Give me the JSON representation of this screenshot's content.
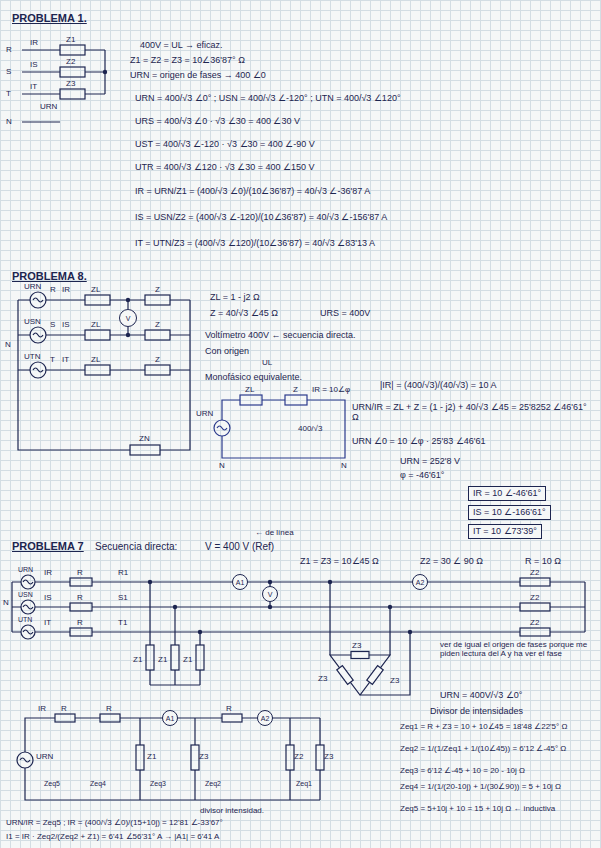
{
  "diagram": {
    "nodes": [
      {
        "text": [
          "V"
        ]
      },
      {
        "text": [
          "IR = 10 ∠-46'61°"
        ]
      },
      {
        "text": [
          "IS = 10 ∠-166'61°"
        ]
      },
      {
        "text": [
          "IT = 10 ∠73'39°"
        ]
      },
      {
        "text": [
          "A1"
        ]
      },
      {
        "text": [
          "V"
        ]
      },
      {
        "text": [
          "A2"
        ]
      },
      {
        "text": [
          "A1"
        ]
      },
      {
        "text": [
          "A2"
        ]
      }
    ],
    "labels": [
      "PROBLEMA 1.",
      "R",
      "S",
      "T",
      "N",
      "IR",
      "IS",
      "IT",
      "Z1",
      "Z2",
      "Z3",
      "URN",
      "400V = UL → eficaz.",
      "Z1 = Z2 = Z3 = 10∠36'87° Ω",
      "URN = origen de fases → 400 ∠0",
      "URN = 400/√3 ∠0° ; USN = 400/√3 ∠-120° ; UTN = 400/√3 ∠120°",
      "URS = 400/√3 ∠0 · √3 ∠30 = 400 ∠30 V",
      "UST = 400/√3 ∠-120 · √3 ∠30 = 400 ∠-90 V",
      "UTR = 400/√3 ∠120 · √3 ∠30 = 400 ∠150 V",
      "IR = URN/Z1 = (400/√3 ∠0)/(10∠36'87) = 40/√3 ∠-36'87 A",
      "IS = USN/Z2 = (400/√3 ∠-120)/(10∠36'87) = 40/√3 ∠-156'87 A",
      "IT = UTN/Z3 = (400/√3 ∠120)/(10∠36'87) = 40/√3 ∠83'13 A",
      "PROBLEMA 8.",
      "URN",
      "USN",
      "UTN",
      "N",
      "R",
      "IR",
      "ZL",
      "Z",
      "S",
      "IS",
      "ZL",
      "Z",
      "T",
      "IT",
      "ZL",
      "Z",
      "ZN",
      "ZL = 1 - j2 Ω",
      "Z = 40/√3 ∠45 Ω",
      "URS = 400V",
      "Voltímetro 400V ← secuencia directa.",
      "Con origen",
      "UL",
      "Monofásico equivalente.",
      "URN",
      "ZL",
      "Z",
      "IR = 10∠φ",
      "400/√3",
      "N",
      "N",
      "|IR| = (400/√3)/(40/√3) = 10 A",
      "URN/IR = ZL + Z = (1 - j2) + 40/√3 ∠45 = 25'8252 ∠46'61° Ω",
      "URN ∠0 = 10 ∠φ · 25'83 ∠46'61",
      "URN = 252'8 V",
      "φ = -46'61°",
      "PROBLEMA 7",
      "Secuencia directa:",
      "V = 400 V (Ref)",
      "← de línea",
      "Z1 = Z3 = 10∠45 Ω",
      "Z2 = 30 ∠ 90 Ω",
      "R = 10 Ω",
      "URN",
      "USN",
      "UTN",
      "N",
      "R",
      "R",
      "R",
      "R1",
      "S1",
      "T1",
      "Z1",
      "Z1",
      "Z1",
      "Z3",
      "Z3",
      "Z3",
      "Z2",
      "Z2",
      "Z2",
      "IR",
      "IS",
      "IT",
      "ver de igual el origen de fases porque me piden lectura del A y ha ver el fase",
      "URN = 400V/√3 ∠0°",
      "Divisor de intensidades",
      "Zeq1 = R + Z3 = 10 + 10∠45 = 18'48 ∠22'5° Ω",
      "Zeq2 = 1/(1/Zeq1 + 1/(10∠45)) = 6'12 ∠-45° Ω",
      "Zeq3 = 6'12 ∠-45 + 10 = 20 - 10j Ω",
      "Zeq4 = 1/(1/(20-10j) + 1/(30∠90)) = 5 + 10j Ω",
      "Zeq5 = 5+10j + 10 = 15 + 10j Ω ← inductiva",
      "URN",
      "IR",
      "R",
      "R",
      "Z1",
      "Z3",
      "R",
      "Z2",
      "Z3",
      "Zeq5",
      "Zeq4",
      "Zeq3",
      "Zeq2",
      "Zeq1",
      "divisor intensidad.",
      "URN/IR = Zeq5 ; IR = (400/√3 ∠0)/(15+10j) = 12'81 ∠-33'67°",
      "I1 = IR · Zeq2/(Zeq2 + Z1) = 6'41 ∠56'31° A → |A1| = 6'41 A"
    ]
  }
}
